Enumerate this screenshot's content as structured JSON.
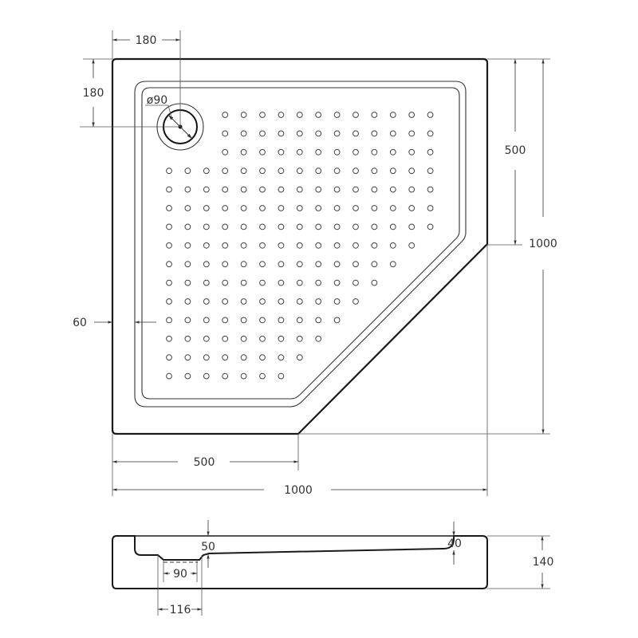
{
  "drawing": {
    "type": "pentagonal shower tray technical drawing",
    "plan_view": {
      "width_dim": "1000",
      "depth_dim": "1000",
      "front_straight_dim": "500",
      "side_straight_dim": "500",
      "drain_offset_x_dim": "180",
      "drain_offset_y_dim": "180",
      "drain_diameter_dim": "ø90",
      "rim_width_dim": "60"
    },
    "section_view": {
      "height_dim": "140",
      "drain_depth_dim": "50",
      "rear_depth_dim": "40",
      "drain_inner_dim": "90",
      "drain_outer_dim": "116"
    }
  }
}
